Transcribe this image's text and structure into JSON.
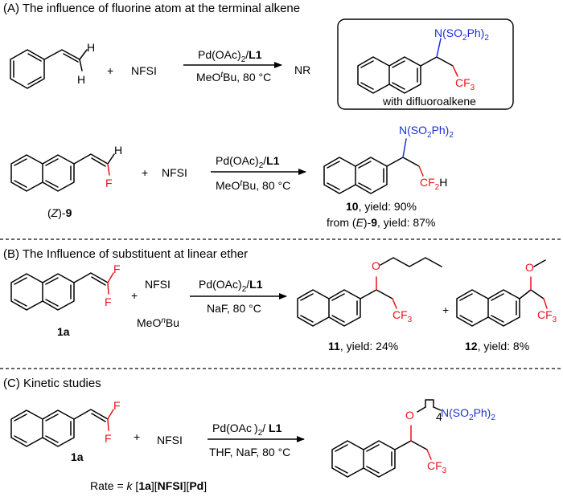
{
  "section_a": {
    "title": "(A) The influence of fluorine atom at the terminal alkene",
    "row1": {
      "h_top": "H",
      "h_bottom": "H",
      "plus": "+",
      "nfsi": "NFSI",
      "cat_pre": "Pd(OAc)",
      "cat_sub": "2",
      "cat_sep": "/",
      "cat_ligand": "L1",
      "cond_pre": "MeO",
      "cond_sup": "t",
      "cond_post": "Bu, 80 °C",
      "result": "NR",
      "box_n": "N(SO",
      "box_n_sub1": "2",
      "box_n_ph": "Ph)",
      "box_n_sub2": "2",
      "box_cf3": "CF",
      "box_cf3_sub": "3",
      "box_caption": "with difluoroalkene"
    },
    "row2": {
      "h": "H",
      "f": "F",
      "plus": "+",
      "nfsi": "NFSI",
      "cat_pre": "Pd(OAc)",
      "cat_sub": "2",
      "cat_sep": "/",
      "cat_ligand": "L1",
      "cond_pre": "MeO",
      "cond_sup": "t",
      "cond_post": "Bu, 80 °C",
      "sm_label_open": "(",
      "sm_label_z": "Z",
      "sm_label_close": ")-",
      "sm_label_num": "9",
      "prod_n": "N(SO",
      "prod_n_sub1": "2",
      "prod_n_ph": "Ph)",
      "prod_n_sub2": "2",
      "prod_cf2": "CF",
      "prod_cf2_sub": "2",
      "prod_cf2_h": "H",
      "yield1_num": "10",
      "yield1_text": ", yield: 90%",
      "yield2_pre": "from (",
      "yield2_e": "E",
      "yield2_mid": ")-",
      "yield2_num": "9",
      "yield2_text": ", yield: 87%"
    }
  },
  "section_b": {
    "title": "(B) The Influence of substituent at linear ether",
    "f_top": "F",
    "f_bottom": "F",
    "plus1": "+",
    "nfsi": "NFSI",
    "ether_pre": "MeO",
    "ether_sup": "n",
    "ether_post": "Bu",
    "cat_pre": "Pd(OAc)",
    "cat_sub": "2",
    "cat_sep": "/",
    "cat_ligand": "L1",
    "cond": "NaF, 80  °C",
    "sm_label": "1a",
    "prod11_o": "O",
    "prod11_cf3": "CF",
    "prod11_cf3_sub": "3",
    "plus2": "+",
    "prod12_o": "O",
    "prod12_cf3": "CF",
    "prod12_cf3_sub": "3",
    "yield11_num": "11",
    "yield11_text": ", yield: 24%",
    "yield12_num": "12",
    "yield12_text": ", yield: 8%"
  },
  "section_c": {
    "title": "(C) Kinetic studies",
    "f_top": "F",
    "f_bottom": "F",
    "plus": "+",
    "nfsi": "NFSI",
    "cat_pre": "Pd(OAc",
    "cat_close": ")",
    "cat_sub": "2",
    "cat_sep": "/ ",
    "cat_ligand": "L1",
    "cond": "THF, NaF, 80 °C",
    "sm_label": "1a",
    "prod_o": "O",
    "prod_sub4": "4",
    "prod_n": "N(SO",
    "prod_n_sub1": "2",
    "prod_n_ph": "Ph)",
    "prod_n_sub2": "2",
    "prod_cf3": "CF",
    "prod_cf3_sub": "3",
    "rate_pre": "Rate = ",
    "rate_k": "k",
    "rate_b1": " [",
    "rate_1a": "1a",
    "rate_b2": "][",
    "rate_nfsi": "NFSI",
    "rate_b3": "][",
    "rate_pd": "Pd",
    "rate_b4": "]"
  }
}
